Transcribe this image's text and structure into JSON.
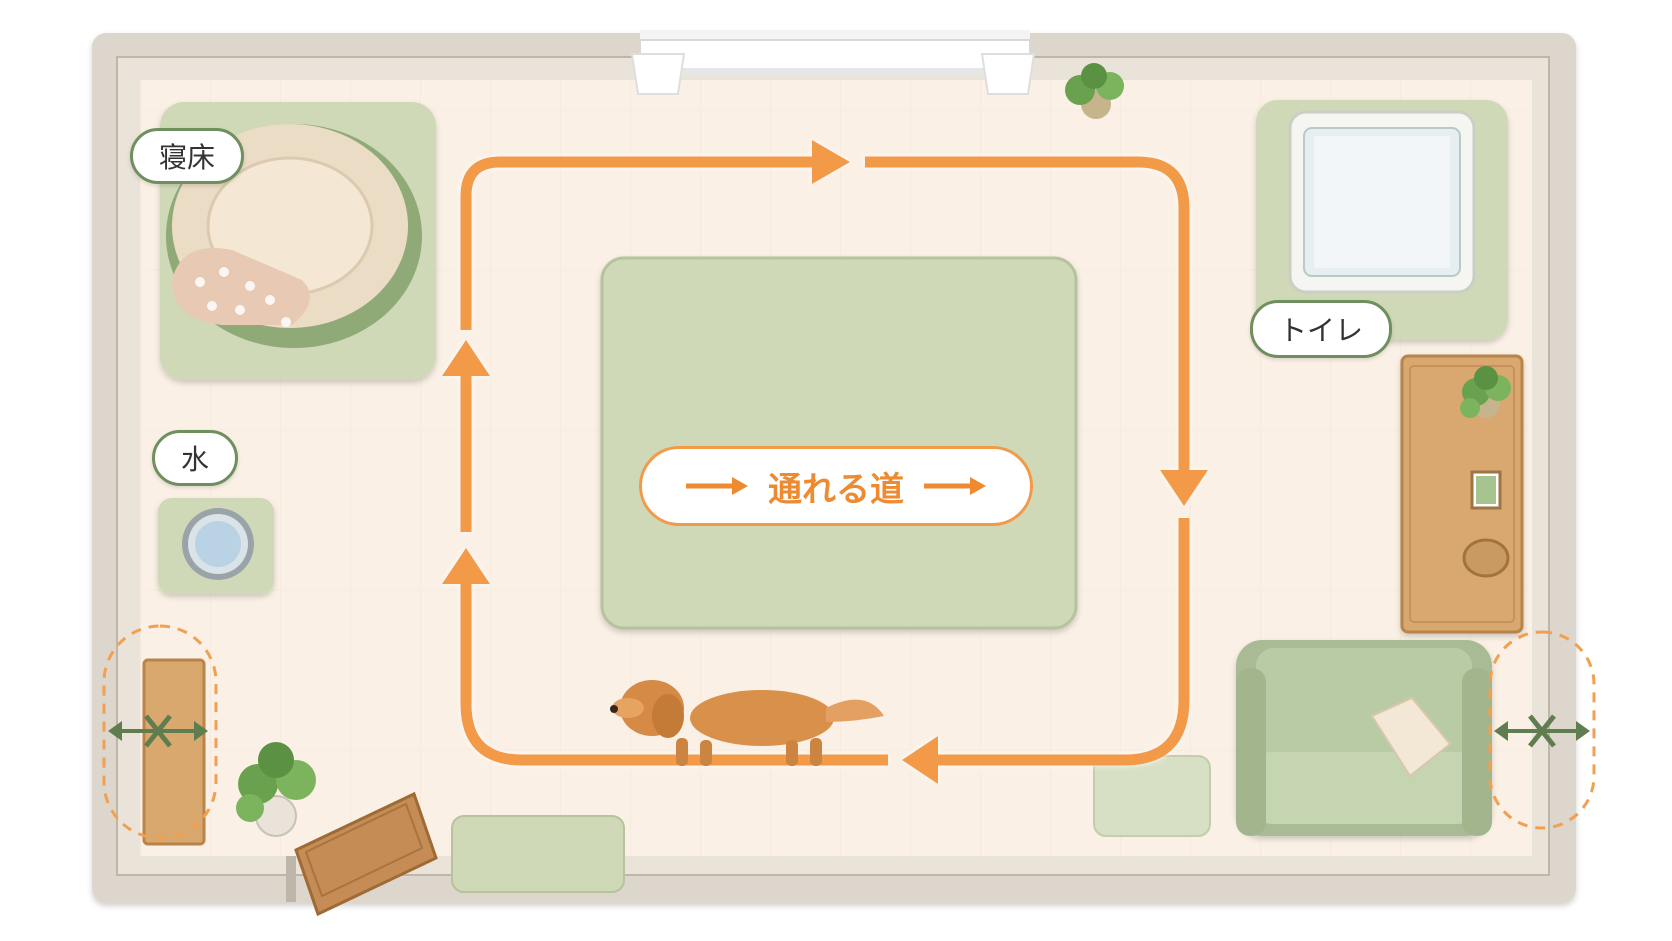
{
  "labels": {
    "bed": "寝床",
    "water": "水",
    "toilet": "トイレ",
    "path": "通れる道"
  },
  "colors": {
    "wall": "#ddd6cc",
    "floor": "#f9efe3",
    "mat_green": "#cfd9b8",
    "path_orange": "#f39a4a",
    "label_border": "#6f8f5e",
    "blocked_marker": "#5f7d4e",
    "dashed_outline": "#f0a050"
  },
  "icons": {
    "bed": "round-dog-bed-icon",
    "water": "water-bowl-icon",
    "toilet": "pet-toilet-tray-icon",
    "dog": "dog-icon",
    "plant": "potted-plant-icon",
    "sofa": "sofa-icon",
    "cabinet": "cabinet-icon",
    "door": "door-icon",
    "window": "window-icon",
    "blocked": "blocked-gap-icon"
  }
}
